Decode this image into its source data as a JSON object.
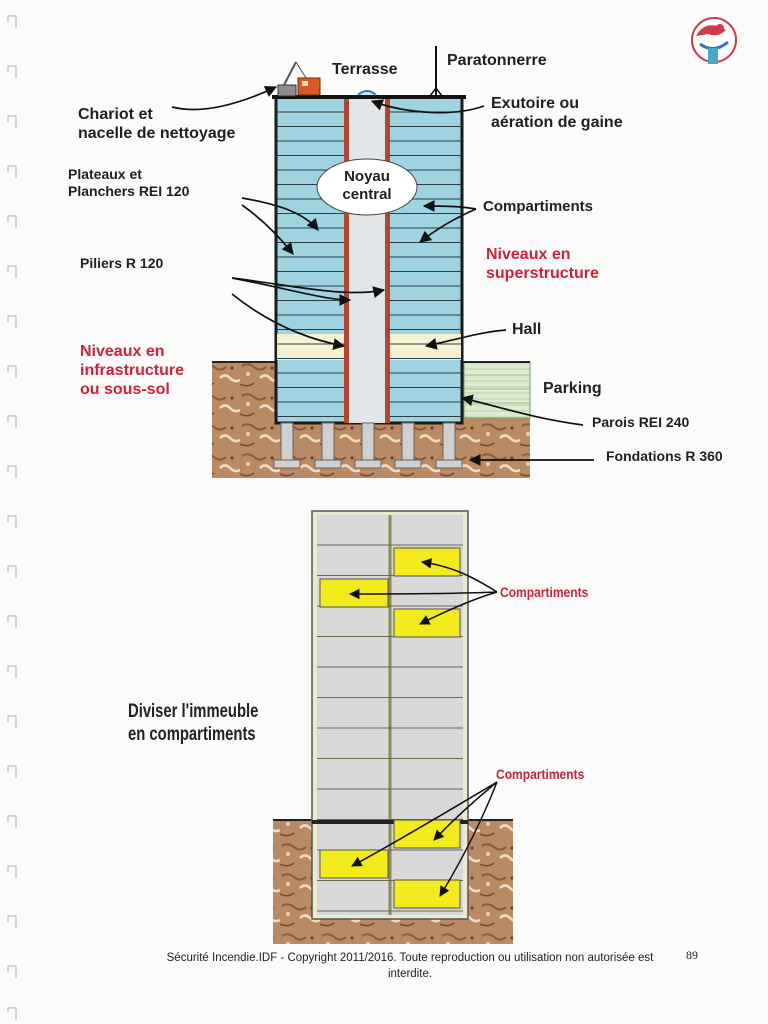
{
  "top_diagram": {
    "labels": {
      "terrasse": "Terrasse",
      "paratonnerre": "Paratonnerre",
      "chariot_line1": "Chariot et",
      "chariot_line2": "nacelle de nettoyage",
      "exutoire_line1": "Exutoire ou",
      "exutoire_line2": "aération de gaine",
      "plateaux_line1": "Plateaux et",
      "plateaux_line2": "Planchers REI 120",
      "noyau_line1": "Noyau",
      "noyau_line2": "central",
      "compartiments": "Compartiments",
      "piliers": "Piliers R 120",
      "niveaux_super_line1": "Niveaux en",
      "niveaux_super_line2": "superstructure",
      "hall": "Hall",
      "niveaux_infra_line1": "Niveaux en",
      "niveaux_infra_line2": "infrastructure",
      "niveaux_infra_line3": "ou sous-sol",
      "parking": "Parking",
      "parois": "Parois REI 240",
      "fondations": "Fondations R 360"
    }
  },
  "bottom_diagram": {
    "title_line1": "Diviser l'immeuble",
    "title_line2": "en compartiments",
    "compartiments_upper": "Compartiments",
    "compartiments_lower": "Compartiments"
  },
  "footer": {
    "text_line1": "Sécurité Incendie.IDF - Copyright 2011/2016. Toute reproduction ou utilisation non autorisée est",
    "text_line2": "interdite.",
    "page_number": "89"
  },
  "colors": {
    "floor_blue": "#9fd3df",
    "core_grey": "#e3e6e8",
    "pillar_red": "#b5462d",
    "hall_cream": "#f4f1d2",
    "soil_brown": "#b98a63",
    "compartment_yellow": "#f2ea1c",
    "label_red": "#d0213d"
  }
}
